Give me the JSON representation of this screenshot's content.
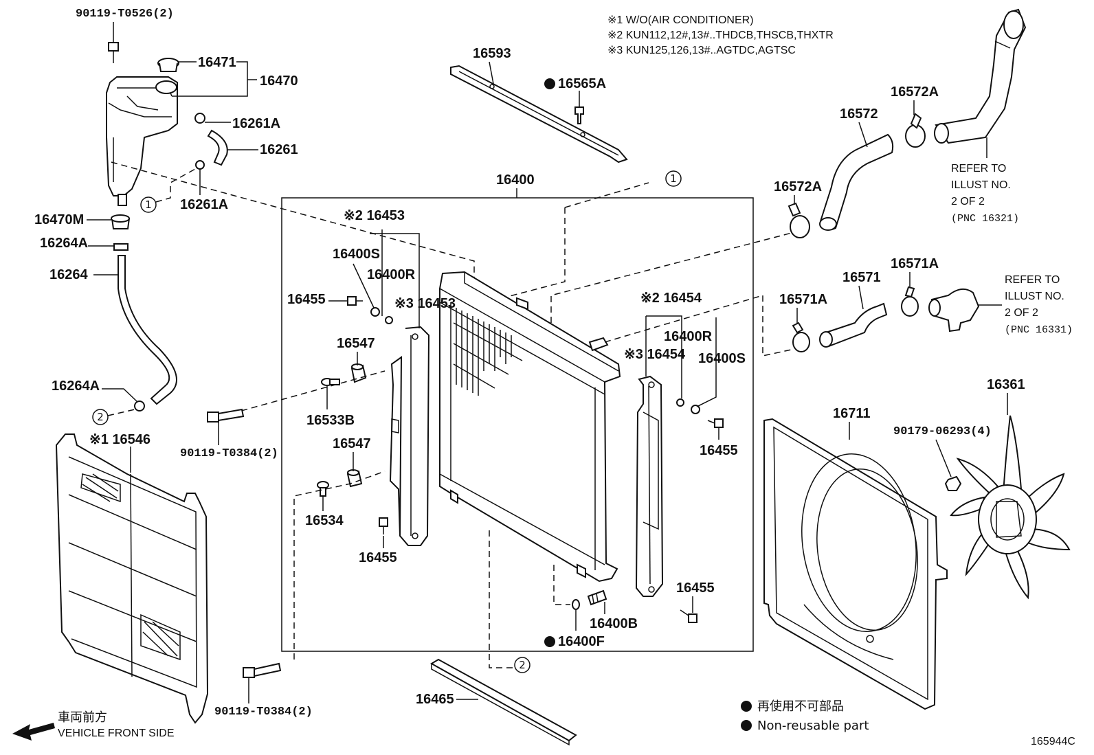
{
  "notes": [
    "※1  W/O(AIR CONDITIONER)",
    "※2 KUN112,12#,13#..THDCB,THSCB,THXTR",
    "※3 KUN125,126,13#..AGTDC,AGTSC"
  ],
  "refs": {
    "upper": [
      "REFER TO",
      "ILLUST NO.",
      "2 OF 2",
      "(PNC 16321)"
    ],
    "lower": [
      "REFER TO",
      "ILLUST NO.",
      "2 OF 2",
      "(PNC 16331)"
    ]
  },
  "legend": {
    "jp": "再使用不可部品",
    "en": "Non-reusable part"
  },
  "front": {
    "jp": "車両前方",
    "en": "VEHICLE FRONT SIDE"
  },
  "diagram_id": "165944C",
  "callouts": {
    "c1": "1",
    "c2": "2"
  },
  "labels": {
    "p90119_t0526": "90119-T0526(2)",
    "p16471": "16471",
    "p16470": "16470",
    "p16261A_1": "16261A",
    "p16261": "16261",
    "p16261A_2": "16261A",
    "p16470M": "16470M",
    "p16264A_1": "16264A",
    "p16264": "16264",
    "p16264A_2": "16264A",
    "p16546": "※1 16546",
    "p90119_t0384_1": "90119-T0384(2)",
    "p90119_t0384_2": "90119-T0384(2)",
    "p16593": "16593",
    "p16565A": "16565A",
    "p16400": "16400",
    "p16453_1": "※2 16453",
    "p16400S_1": "16400S",
    "p16400R_1": "16400R",
    "p16453_2": "※3  16453",
    "p16455_1": "16455",
    "p16547_1": "16547",
    "p16533B": "16533B",
    "p16547_2": "16547",
    "p16534": "16534",
    "p16455_2": "16455",
    "p16454_1": "※2 16454",
    "p16400R_2": "16400R",
    "p16454_2": "※3  16454",
    "p16400S_2": "16400S",
    "p16455_3": "16455",
    "p16455_4": "16455",
    "p16400B": "16400B",
    "p16400F": "16400F",
    "p16465": "16465",
    "p16572": "16572",
    "p16572A_1": "16572A",
    "p16572A_2": "16572A",
    "p16571": "16571",
    "p16571A_1": "16571A",
    "p16571A_2": "16571A",
    "p16711": "16711",
    "p16361": "16361",
    "p90179": "90179-06293(4)"
  }
}
